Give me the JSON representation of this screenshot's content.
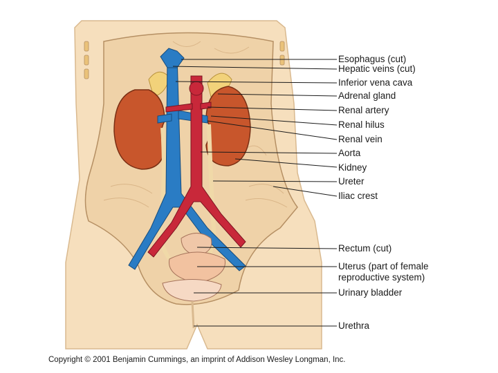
{
  "diagram": {
    "labels": {
      "esophagus": "Esophagus (cut)",
      "hepatic_veins": "Hepatic veins (cut)",
      "inferior_vena_cava": "Inferior vena cava",
      "adrenal_gland": "Adrenal gland",
      "renal_artery": "Renal artery",
      "renal_hilus": "Renal hilus",
      "renal_vein": "Renal vein",
      "aorta": "Aorta",
      "kidney": "Kidney",
      "ureter": "Ureter",
      "iliac_crest": "Iliac crest",
      "rectum": "Rectum (cut)",
      "uterus_line1": "Uterus (part of female",
      "uterus_line2": "reproductive system)",
      "urinary_bladder": "Urinary bladder",
      "urethra": "Urethra"
    },
    "copyright": "Copyright © 2001 Benjamin Cummings, an imprint of Addison Wesley Longman, Inc.",
    "colors": {
      "skin": "#f6dfbd",
      "cavity": "#efd2a8",
      "kidney": "#c8562c",
      "vein": "#2a7cc4",
      "artery": "#c8283a",
      "adrenal": "#f2d27a"
    }
  }
}
